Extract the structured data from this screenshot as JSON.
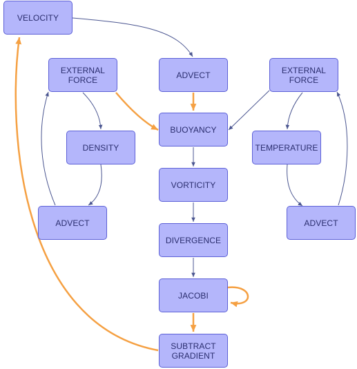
{
  "nodes": {
    "velocity": "VELOCITY",
    "advect_center": "ADVECT",
    "external_force_left": "EXTERNAL\nFORCE",
    "external_force_right": "EXTERNAL\nFORCE",
    "density": "DENSITY",
    "buoyancy": "BUOYANCY",
    "temperature": "TEMPERATURE",
    "vorticity": "VORTICITY",
    "advect_left": "ADVECT",
    "advect_right": "ADVECT",
    "divergence": "DIVERGENCE",
    "jacobi": "JACOBI",
    "subtract_gradient": "SUBTRACT\nGRADIENT"
  },
  "colors": {
    "node_fill": "#b4b6fb",
    "node_border": "#5b5fd6",
    "node_text": "#2a2d6e",
    "edge_blue": "#4a5590",
    "edge_orange": "#f5a042"
  },
  "edges": [
    {
      "from": "velocity",
      "to": "advect_center",
      "color": "blue"
    },
    {
      "from": "advect_center",
      "to": "buoyancy",
      "color": "orange"
    },
    {
      "from": "external_force_left",
      "to": "buoyancy",
      "color": "orange"
    },
    {
      "from": "external_force_right",
      "to": "buoyancy",
      "color": "blue"
    },
    {
      "from": "external_force_left",
      "to": "density",
      "color": "blue"
    },
    {
      "from": "density",
      "to": "advect_left",
      "color": "blue"
    },
    {
      "from": "advect_left",
      "to": "external_force_left",
      "color": "blue"
    },
    {
      "from": "external_force_right",
      "to": "temperature",
      "color": "blue"
    },
    {
      "from": "temperature",
      "to": "advect_right",
      "color": "blue"
    },
    {
      "from": "advect_right",
      "to": "external_force_right",
      "color": "blue"
    },
    {
      "from": "buoyancy",
      "to": "vorticity",
      "color": "blue"
    },
    {
      "from": "vorticity",
      "to": "divergence",
      "color": "blue"
    },
    {
      "from": "divergence",
      "to": "jacobi",
      "color": "blue"
    },
    {
      "from": "jacobi",
      "to": "jacobi",
      "color": "orange"
    },
    {
      "from": "jacobi",
      "to": "subtract_gradient",
      "color": "orange"
    },
    {
      "from": "subtract_gradient",
      "to": "velocity",
      "color": "orange"
    }
  ]
}
